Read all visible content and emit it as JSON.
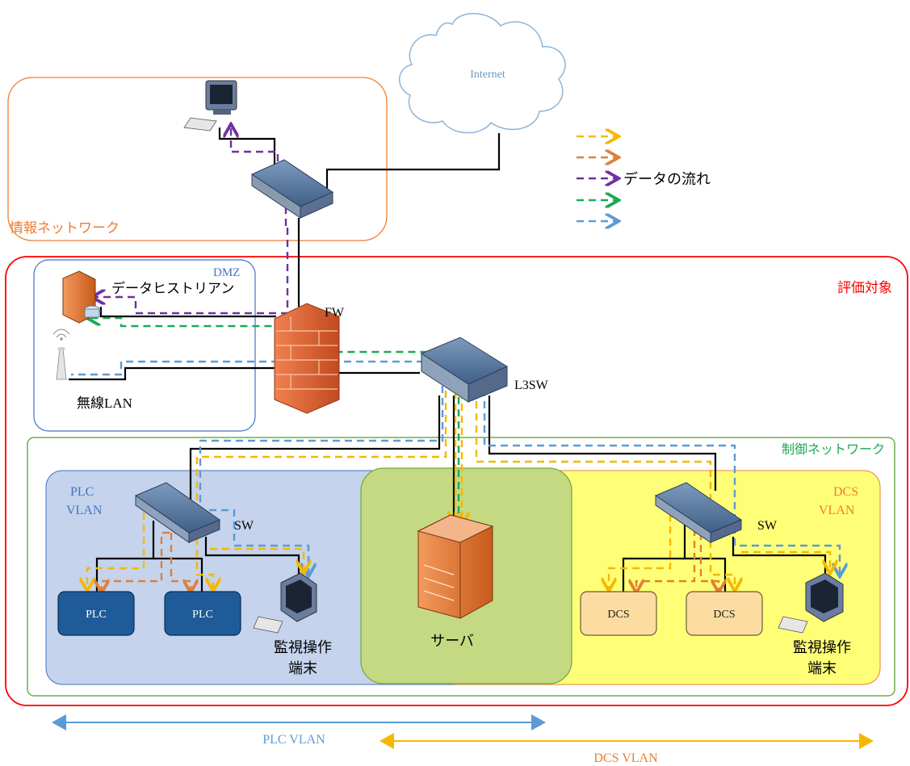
{
  "zones": {
    "info_network": "情報ネットワーク",
    "eval_target": "評価対象",
    "dmz": "DMZ",
    "control_network": "制御ネットワーク",
    "plc_vlan_line1": "PLC",
    "plc_vlan_line2": "VLAN",
    "dcs_vlan_line1": "DCS",
    "dcs_vlan_line2": "VLAN"
  },
  "nodes": {
    "internet": "Internet",
    "historian": "データヒストリアン",
    "wireless_lan": "無線LAN",
    "firewall": "FW",
    "l3sw": "L3SW",
    "sw_plc": "SW",
    "sw_dcs": "SW",
    "server": "サーバ",
    "plc_1": "PLC",
    "plc_2": "PLC",
    "dcs_1": "DCS",
    "dcs_2": "DCS",
    "terminal_plc_line1": "監視操作",
    "terminal_plc_line2": "端末",
    "terminal_dcs_line1": "監視操作",
    "terminal_dcs_line2": "端末"
  },
  "legend": {
    "label": "データの流れ",
    "colors": [
      "#F5B800",
      "#E07F3A",
      "#7030A0",
      "#1AAA55",
      "#5B9BD5"
    ]
  },
  "bottom": {
    "plc_vlan": "PLC VLAN",
    "dcs_vlan": "DCS VLAN"
  },
  "colors": {
    "info": "#ED7D31",
    "eval": "#FF0000",
    "dmz": "#4472C4",
    "control": "#70AD47",
    "plc_bg": "#C5D4EC",
    "dcs_bg": "#FFFF77",
    "server_bg": "#C4D982",
    "node_blue": "#1F5B99",
    "node_tan": "#FCDCA0"
  }
}
